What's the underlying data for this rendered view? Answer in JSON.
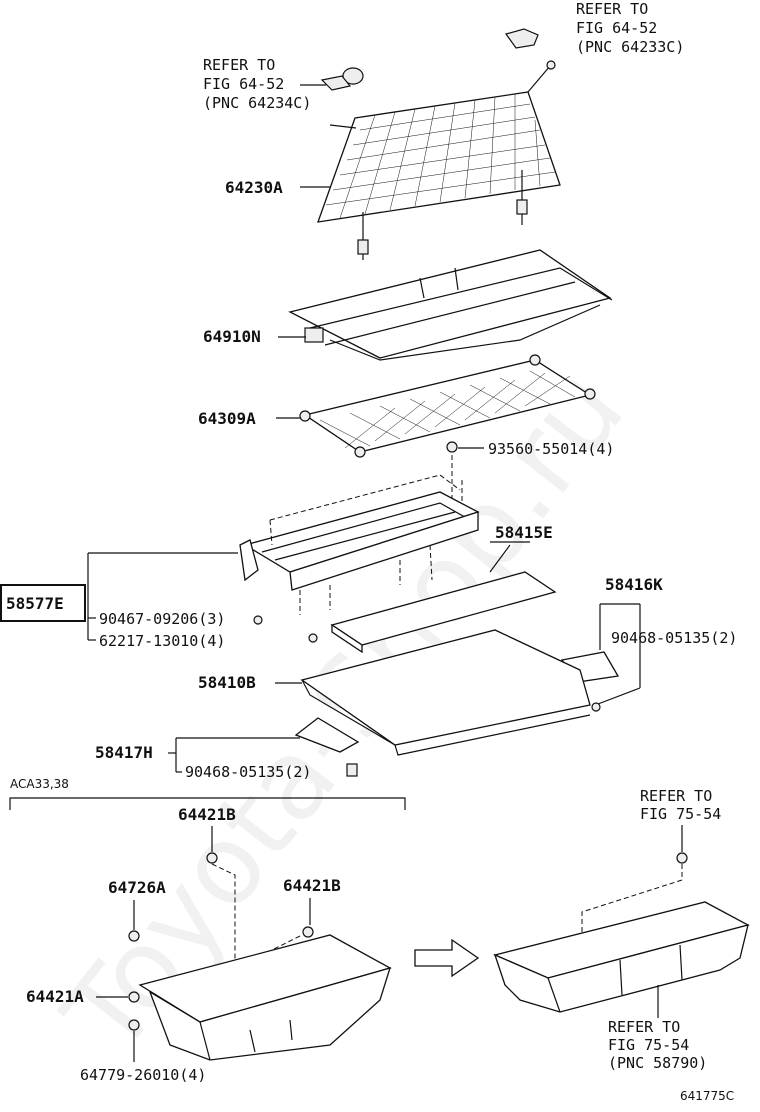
{
  "watermark": "Toyota-Shop.ru",
  "callouts": {
    "ref_64233c": [
      "REFER TO",
      "FIG 64-52",
      "(PNC 64233C)"
    ],
    "ref_64234c": [
      "REFER TO",
      "FIG 64-52",
      "(PNC 64234C)"
    ],
    "p64230a": "64230A",
    "p64910n": "64910N",
    "p64309a": "64309A",
    "p93560": "93560-55014(4)",
    "p58415e": "58415E",
    "p58577e": "58577E",
    "p90467": "90467-09206(3)",
    "p62217": "62217-13010(4)",
    "p58416k": "58416K",
    "p90468a": "90468-05135(2)",
    "p58410b": "58410B",
    "p58417h": "58417H",
    "p90468b": "90468-05135(2)",
    "aca": "ACA33,38",
    "p64421b_top": "64421B",
    "p64726a": "64726A",
    "p64421b_mid": "64421B",
    "p64421a": "64421A",
    "p64779": "64779-26010(4)",
    "ref_75_54_top": [
      "REFER TO",
      "FIG 75-54"
    ],
    "ref_75_54_bot": [
      "REFER TO",
      "FIG 75-54",
      "(PNC 58790)"
    ],
    "figure_code": "641775C"
  }
}
